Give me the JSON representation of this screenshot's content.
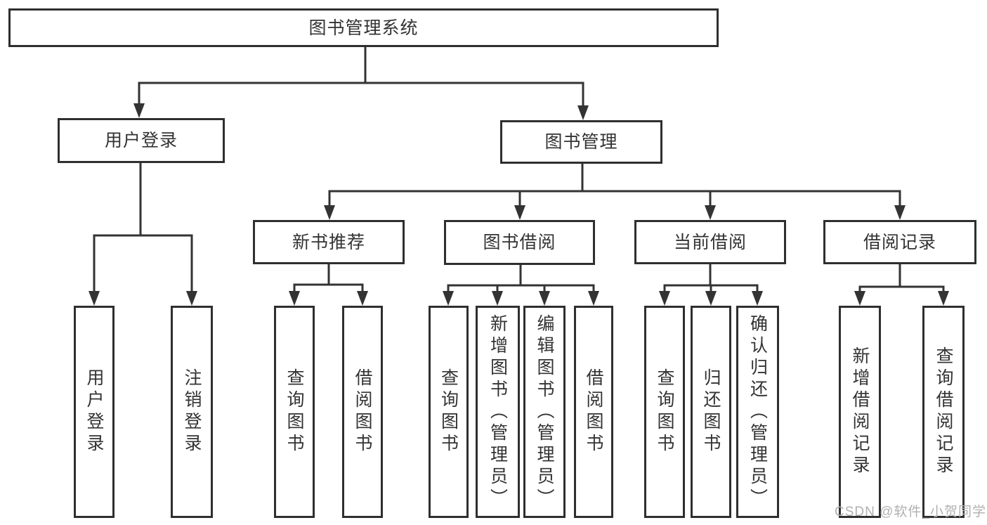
{
  "tree": {
    "root": {
      "label": "图书管理系统"
    },
    "branches": [
      {
        "label": "用户登录",
        "children": [
          {
            "label": "用户登录"
          },
          {
            "label": "注销登录"
          }
        ]
      },
      {
        "label": "图书管理",
        "sections": [
          {
            "label": "新书推荐",
            "children": [
              {
                "label": "查询图书"
              },
              {
                "label": "借阅图书"
              }
            ]
          },
          {
            "label": "图书借阅",
            "children": [
              {
                "label": "查询图书"
              },
              {
                "label": "新增图书（管理员）"
              },
              {
                "label": "编辑图书（管理员）"
              },
              {
                "label": "借阅图书"
              }
            ]
          },
          {
            "label": "当前借阅",
            "children": [
              {
                "label": "查询图书"
              },
              {
                "label": "归还图书"
              },
              {
                "label": "确认归还（管理员）"
              }
            ]
          },
          {
            "label": "借阅记录",
            "children": [
              {
                "label": "新增借阅记录"
              },
              {
                "label": "查询借阅记录"
              }
            ]
          }
        ]
      }
    ]
  },
  "watermark": "CSDN @软件_小贺同学",
  "colors": {
    "line": "#333333",
    "border": "#2f2f2f",
    "text": "#333333",
    "watermark": "#b0b0b0",
    "canvas": "#ffffff"
  }
}
